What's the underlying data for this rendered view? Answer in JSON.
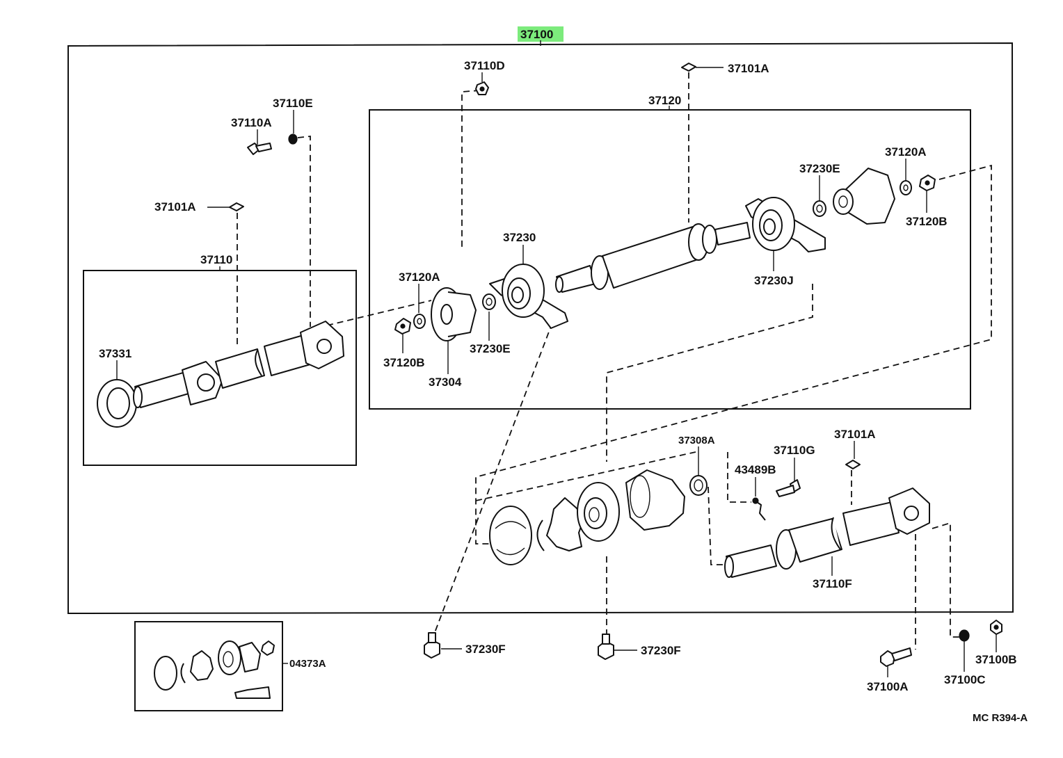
{
  "highlight_color": "#7CEB7C",
  "labels": {
    "assy": "37100",
    "p37110D": "37110D",
    "p37101A_top": "37101A",
    "p37120": "37120",
    "p37110E": "37110E",
    "p37110A": "37110A",
    "p37101A_left": "37101A",
    "p37110": "37110",
    "p37331": "37331",
    "p37230": "37230",
    "p37120A_left": "37120A",
    "p37120B_left": "37120B",
    "p37230E_left": "37230E",
    "p37304": "37304",
    "p37230E_right": "37230E",
    "p37120A_right": "37120A",
    "p37120B_right": "37120B",
    "p37230J": "37230J",
    "p37308A": "37308A",
    "p37110G": "37110G",
    "p37101A_right": "37101A",
    "p43489B": "43489B",
    "p37110F": "37110F",
    "p37230F_left": "37230F",
    "p37230F_right": "37230F",
    "p04373A": "04373A",
    "p37100A": "37100A",
    "p37100C": "37100C",
    "p37100B": "37100B",
    "code": "MC R394-A"
  }
}
